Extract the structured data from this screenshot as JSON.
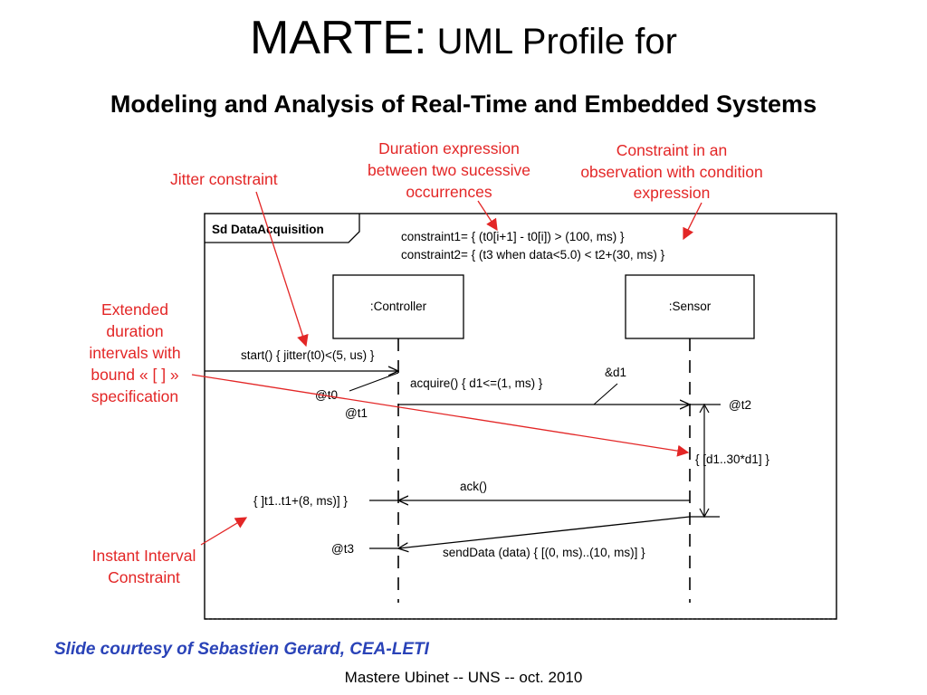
{
  "slide": {
    "title_main": "MARTE:",
    "title_rest": " UML Profile for",
    "subtitle": "Modeling and Analysis of Real-Time and Embedded Systems",
    "credit": "Slide courtesy of Sebastien Gerard, CEA-LETI",
    "footer": "Mastere Ubinet  --  UNS -- oct. 2010"
  },
  "colors": {
    "annotation": "#e32626",
    "credit": "#2a43b8",
    "diagram_line": "#000000"
  },
  "diagram": {
    "frame_label": "Sd DataAcquisition",
    "constraint1": "constraint1= { (t0[i+1] - t0[i]) > (100, ms) }",
    "constraint2": "constraint2= { (t3 when data<5.0) < t2+(30, ms) }",
    "lifelines": [
      ":Controller",
      ":Sensor"
    ],
    "messages": {
      "start": "start() { jitter(t0)<(5, us) }",
      "acquire": "acquire() { d1<=(1, ms) }",
      "ack": "ack()",
      "send_data": "sendData (data) { [(0, ms)..(10, ms)] }"
    },
    "observations": {
      "d1": "&d1",
      "t0": "@t0",
      "t1": "@t1",
      "t2": "@t2",
      "t3": "@t3"
    },
    "constraints": {
      "duration_interval": "{ [d1..30*d1] }",
      "instant_interval": "{ ]t1..t1+(8, ms)] }"
    }
  },
  "annotations": {
    "jitter": "Jitter constraint",
    "duration_expr": [
      "Duration expression",
      "between two sucessive",
      "occurrences"
    ],
    "constraint_obs": [
      "Constraint in an",
      "observation with condition",
      "expression"
    ],
    "extended": [
      "Extended",
      "duration",
      "intervals with",
      "bound « [ ] »",
      "specification"
    ],
    "instant": [
      "Instant Interval",
      "Constraint"
    ]
  }
}
